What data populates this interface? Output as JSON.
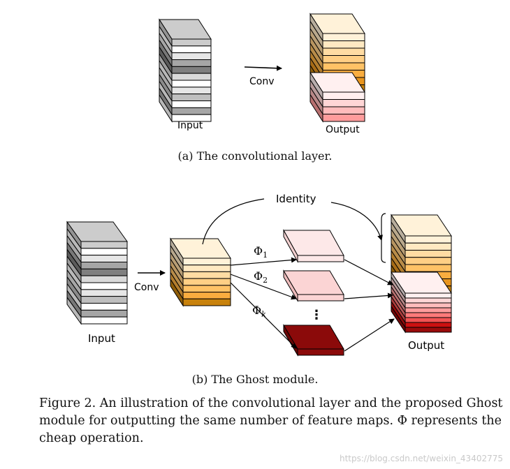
{
  "panel_a": {
    "input_label": "Input",
    "conv_label": "Conv",
    "output_label": "Output",
    "caption": "(a)  The convolutional layer."
  },
  "panel_b": {
    "input_label": "Input",
    "conv_label": "Conv",
    "identity_label": "Identity",
    "phi_1": "Φ",
    "phi_1_sub": "1",
    "phi_2": "Φ",
    "phi_2_sub": "2",
    "phi_k": "Φ",
    "phi_k_sub": "k",
    "ellipsis": "⋮",
    "output_label": "Output",
    "caption": "(b)  The Ghost module."
  },
  "figure_caption": "Figure 2. An illustration of the convolutional layer and the proposed Ghost module for outputting the same number of feature maps. Φ represents the cheap operation.",
  "watermark": "https://blog.csdn.net/weixin_43402775",
  "colors": {
    "input_gray_stripes": [
      "#cccccc",
      "#ffffff",
      "#e6e6e6",
      "#a6a6a6",
      "#7f7f7f",
      "#d9d9d9",
      "#ffffff",
      "#e6e6e6",
      "#bfbfbf",
      "#ffffff",
      "#a6a6a6",
      "#ffffff"
    ],
    "orange_stripes": [
      "#fff2d9",
      "#ffe9c2",
      "#ffdca3",
      "#ffcf85",
      "#ffc266",
      "#f9ad3f",
      "#e8951e",
      "#c8820c"
    ],
    "red_stripes": [
      "#fff0f0",
      "#ffd6d6",
      "#ffbcbc",
      "#ff9c9c",
      "#ff7a7a",
      "#f25353",
      "#cc1111",
      "#9a0b0b"
    ],
    "ghost_map_1": "#fde8e8",
    "ghost_map_2": "#fbd4d4",
    "ghost_map_k": "#8b0a0a"
  }
}
